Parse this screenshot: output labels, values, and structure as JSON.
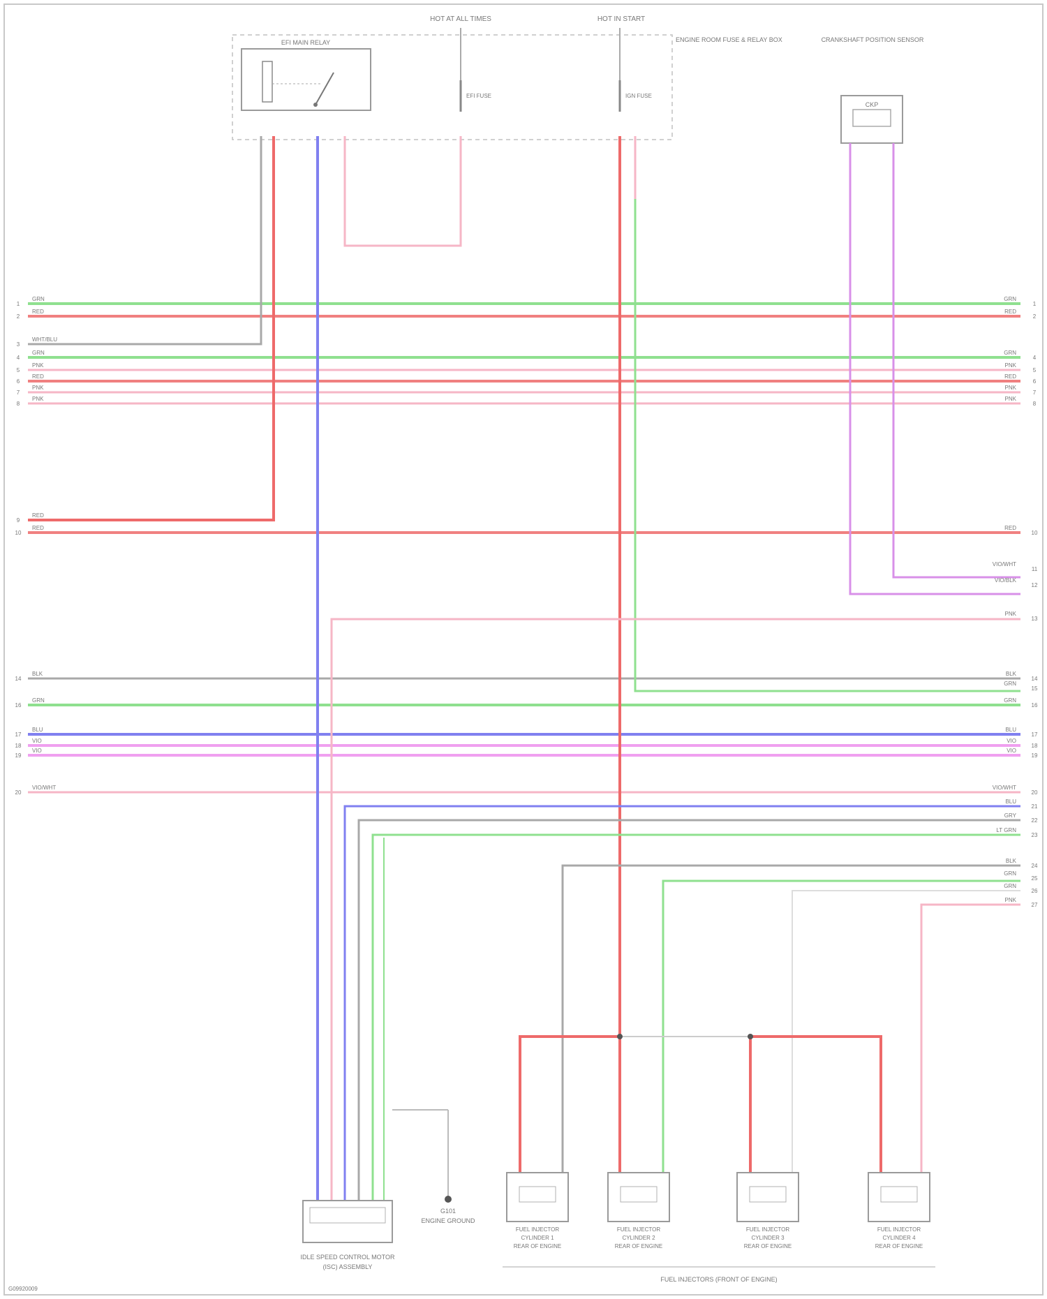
{
  "colors": {
    "red": "#f08080",
    "red_dark": "#ee6a6a",
    "pink": "#f6b6c6",
    "green": "#8fe08f",
    "blue": "#8080f0",
    "magenta": "#f0a0f0",
    "violet": "#d890e8",
    "gray": "#a8a8a8",
    "black": "#555555",
    "box": "#bdbdbd"
  },
  "top_labels": {
    "power_left": "HOT AT ALL TIMES",
    "power_right": "HOT IN START",
    "relay_block": "ENGINE ROOM FUSE & RELAY BOX",
    "relay_title": "EFI MAIN RELAY",
    "fuse_left": "EFI FUSE",
    "fuse_right": "IGN FUSE",
    "sensor_block": "CRANKSHAFT POSITION SENSOR",
    "sensor_title": "CKP"
  },
  "bus": {
    "rows": [
      {
        "n": "1",
        "l": "GRN",
        "r": "GRN",
        "c": "green"
      },
      {
        "n": "2",
        "l": "RED",
        "r": "RED",
        "c": "red"
      },
      {
        "n": "3",
        "l": "WHT/BLU",
        "r": "",
        "c": "gray",
        "short": true
      },
      {
        "n": "4",
        "l": "GRN",
        "r": "GRN",
        "c": "green"
      },
      {
        "n": "5",
        "l": "PNK",
        "r": "PNK",
        "c": "pink"
      },
      {
        "n": "6",
        "l": "RED",
        "r": "RED",
        "c": "red"
      },
      {
        "n": "7",
        "l": "PNK",
        "r": "PNK",
        "c": "pink"
      },
      {
        "n": "8",
        "l": "PNK",
        "r": "PNK",
        "c": "pink"
      },
      {
        "n": "9",
        "l": "RED",
        "r": "",
        "c": "red",
        "short": true
      },
      {
        "n": "10",
        "l": "RED",
        "r": "RED",
        "c": "red"
      },
      {
        "n": "11",
        "l": "",
        "r": "VIO/WHT",
        "c": "violet",
        "rightonly": true
      },
      {
        "n": "12",
        "l": "",
        "r": "VIO/BLK",
        "c": "violet",
        "rightonly": true
      },
      {
        "n": "13",
        "l": "",
        "r": "PNK",
        "c": "pink",
        "rightonly": true
      },
      {
        "n": "14",
        "l": "BLK",
        "r": "BLK",
        "c": "gray"
      },
      {
        "n": "15",
        "l": "",
        "r": "GRN",
        "c": "green",
        "rightonly": true
      },
      {
        "n": "16",
        "l": "GRN",
        "r": "GRN",
        "c": "green"
      },
      {
        "n": "17",
        "l": "BLU",
        "r": "BLU",
        "c": "blue"
      },
      {
        "n": "18",
        "l": "VIO",
        "r": "VIO",
        "c": "magenta"
      },
      {
        "n": "19",
        "l": "VIO",
        "r": "VIO",
        "c": "magenta"
      },
      {
        "n": "20",
        "l": "VIO/WHT",
        "r": "VIO/WHT",
        "c": "pink"
      },
      {
        "n": "21",
        "l": "",
        "r": "BLU",
        "c": "blue",
        "rightonly": true
      },
      {
        "n": "22",
        "l": "",
        "r": "GRY",
        "c": "gray",
        "rightonly": true
      },
      {
        "n": "23",
        "l": "",
        "r": "LT GRN",
        "c": "green",
        "rightonly": true
      },
      {
        "n": "24",
        "l": "",
        "r": "BLK",
        "c": "gray",
        "rightonly": true
      },
      {
        "n": "25",
        "l": "",
        "r": "GRN",
        "c": "green",
        "rightonly": true
      },
      {
        "n": "26",
        "l": "",
        "r": "GRN",
        "c": "green",
        "rightonly": true
      },
      {
        "n": "27",
        "l": "",
        "r": "PNK",
        "c": "pink",
        "rightonly": true
      }
    ]
  },
  "bottom": {
    "motor_label": "IDLE SPEED CONTROL MOTOR",
    "motor_sub": "(ISC) ASSEMBLY",
    "ground_label": "G101",
    "ground_sub": "ENGINE GROUND",
    "injectors": [
      {
        "title": "FUEL INJECTOR",
        "sub": "CYLINDER 1",
        "loc": "REAR OF ENGINE"
      },
      {
        "title": "FUEL INJECTOR",
        "sub": "CYLINDER 2",
        "loc": "REAR OF ENGINE"
      },
      {
        "title": "FUEL INJECTOR",
        "sub": "CYLINDER 3",
        "loc": "REAR OF ENGINE"
      },
      {
        "title": "FUEL INJECTOR",
        "sub": "CYLINDER 4",
        "loc": "REAR OF ENGINE"
      }
    ],
    "injector_group": "FUEL INJECTORS (FRONT OF ENGINE)",
    "footer": "G09920009"
  }
}
